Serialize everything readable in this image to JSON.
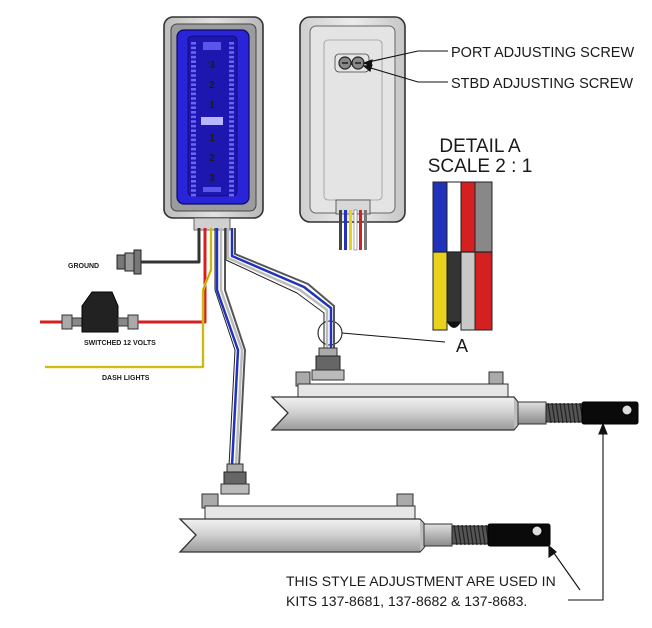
{
  "callouts": {
    "port_screw": "PORT ADJUSTING SCREW",
    "stbd_screw": "STBD ADJUSTING SCREW",
    "detail_title": "DETAIL A",
    "detail_scale": "SCALE 2 : 1",
    "detail_marker": "A"
  },
  "wiring": {
    "ground": "GROUND",
    "switched": "SWITCHED 12 VOLTS",
    "dash": "DASH LIGHTS"
  },
  "indicator": {
    "top_marks": [
      "3",
      "2",
      "1"
    ],
    "bottom_marks": [
      "1",
      "2",
      "3"
    ]
  },
  "note": {
    "line1": "THIS STYLE ADJUSTMENT ARE USED IN",
    "line2": "KITS 137-8681, 137-8682 & 137-8683."
  },
  "colors": {
    "panel_blue": "#2a24d8",
    "wire_red": "#d42020",
    "wire_yellow": "#e8d21c",
    "wire_blue": "#2233bb"
  }
}
